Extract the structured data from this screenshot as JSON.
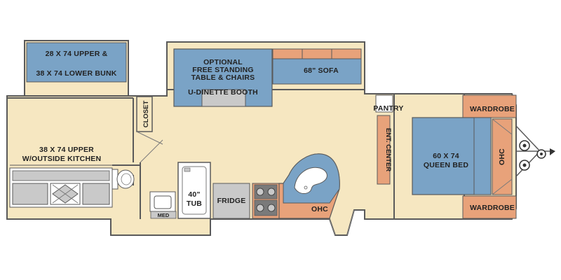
{
  "colors": {
    "floor": "#f6e7c1",
    "furniture_blue": "#7aa3c6",
    "cabinet_orange": "#e8a27a",
    "appliance_gray": "#c9c9c9",
    "wall": "#5a5a5a",
    "white": "#ffffff"
  },
  "labels": {
    "upper_lower_bunk": [
      "28 X 74 UPPER &",
      "38 X 74 LOWER BUNK"
    ],
    "outside_kitchen": [
      "38 X 74 UPPER",
      "W/OUTSIDE KITCHEN"
    ],
    "closet": "CLOSET",
    "dinette": [
      "OPTIONAL",
      "FREE STANDING",
      "TABLE & CHAIRS"
    ],
    "dinette_booth": "U-DINETTE BOOTH",
    "sofa": "68\" SOFA",
    "pantry": "PANTRY",
    "ent_center": "ENT. CENTER",
    "wardrobe_top": "WARDROBE",
    "wardrobe_bottom": "WARDROBE",
    "queen_bed": [
      "60 X 74",
      "QUEEN BED"
    ],
    "ohc_front": "OHC",
    "ohc_kitchen": "OHC",
    "tub": [
      "40\"",
      "TUB"
    ],
    "fridge": "FRIDGE",
    "med": "MED"
  }
}
